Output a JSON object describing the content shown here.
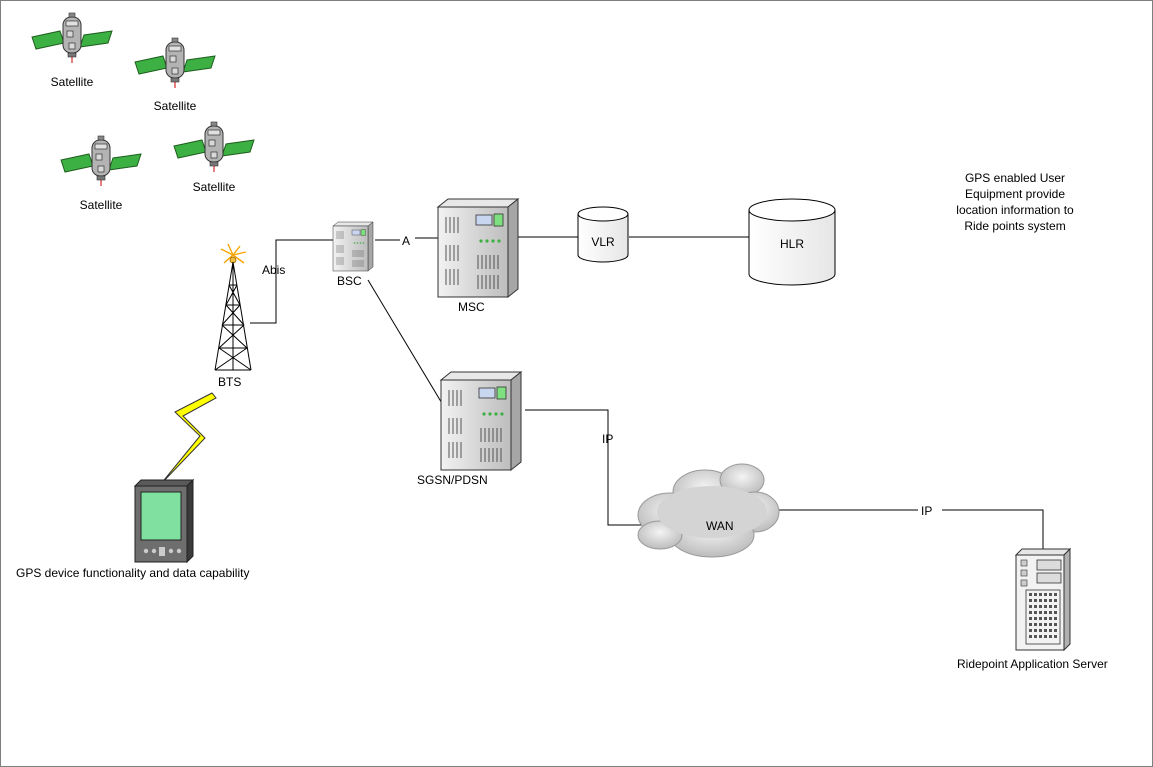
{
  "labels": {
    "satellite_1": "Satellite",
    "satellite_2": "Satellite",
    "satellite_3": "Satellite",
    "satellite_4": "Satellite",
    "abis": "Abis",
    "bsc": "BSC",
    "a_link": "A",
    "msc": "MSC",
    "vlr": "VLR",
    "hlr": "HLR",
    "bts": "BTS",
    "sgsn_pdsn": "SGSN/PDSN",
    "ip_1": "IP",
    "wan": "WAN",
    "ip_2": "IP",
    "gps_device": "GPS device functionality and data capability",
    "app_server": "Ridepoint Application Server"
  },
  "note": {
    "line_1": "GPS enabled User",
    "line_2": "Equipment provide",
    "line_3": "location information to",
    "line_4": "Ride points system"
  },
  "icons": {
    "satellite": "satellite-icon",
    "tower": "cell-tower-icon",
    "server": "server-cabinet-icon",
    "database": "database-cylinder-icon",
    "cloud": "cloud-icon",
    "handheld": "pda-icon",
    "lightning": "lightning-bolt-icon",
    "tower_server": "tower-server-icon"
  },
  "colors": {
    "panel_green": "#3cb043",
    "bolt_yellow": "#ffff00",
    "screen_green": "#7fe0a0",
    "cloud_gray": "#d9d9d9"
  }
}
